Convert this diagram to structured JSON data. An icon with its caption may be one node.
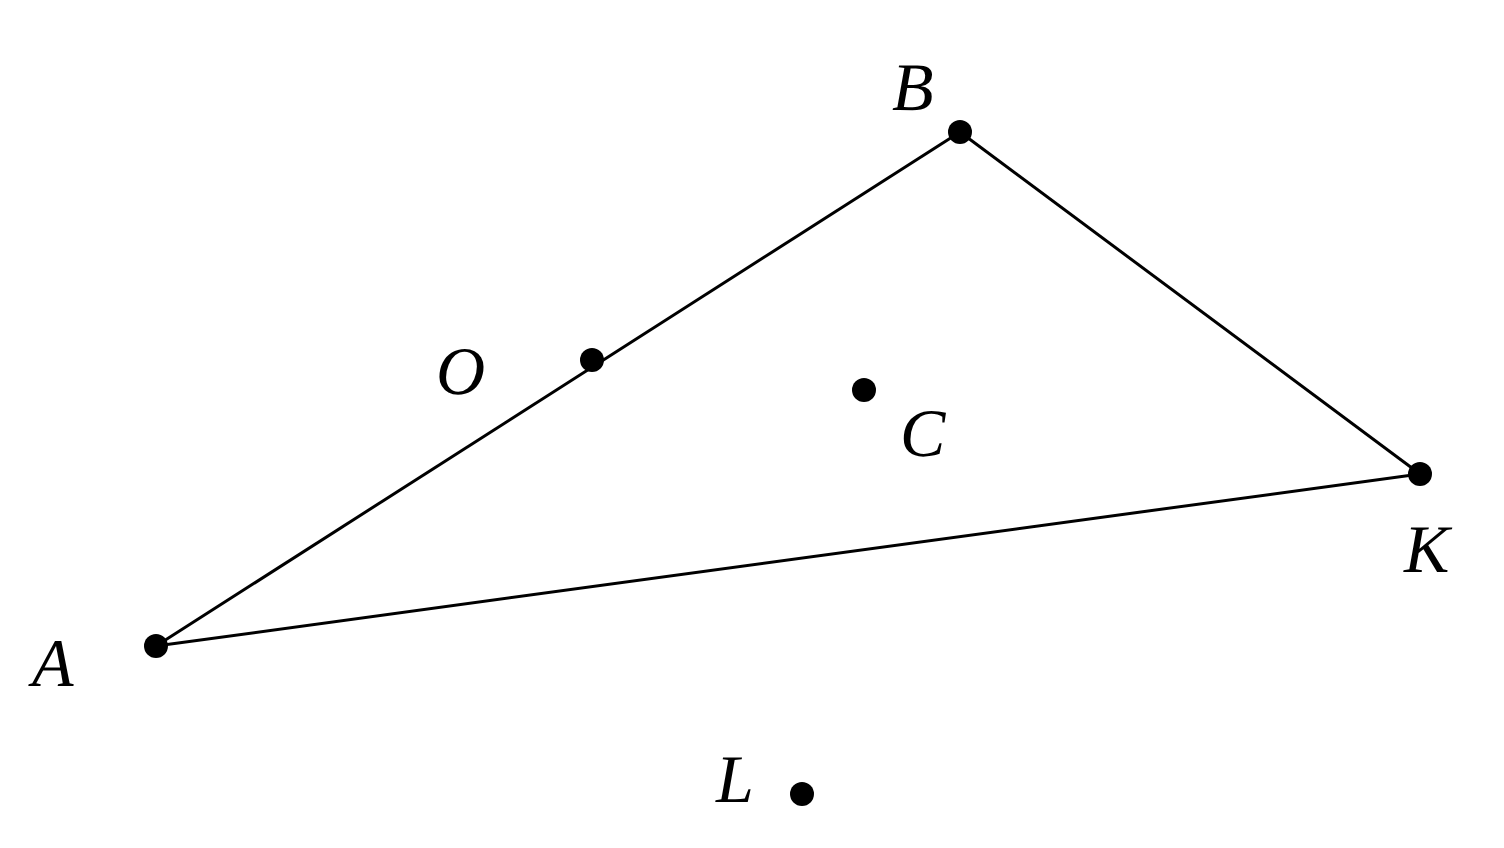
{
  "diagram": {
    "nodes": [
      {
        "text": [
          "A"
        ]
      },
      {
        "text": [
          "B"
        ]
      },
      {
        "text": [
          "O"
        ]
      },
      {
        "text": [
          "C"
        ]
      },
      {
        "text": [
          "K"
        ]
      },
      {
        "text": [
          "L"
        ]
      }
    ],
    "edges": [
      {
        "from": 0,
        "to": 1,
        "arrow": "none"
      },
      {
        "from": 1,
        "to": 4,
        "arrow": "none"
      },
      {
        "from": 4,
        "to": 0,
        "arrow": "none"
      }
    ]
  }
}
